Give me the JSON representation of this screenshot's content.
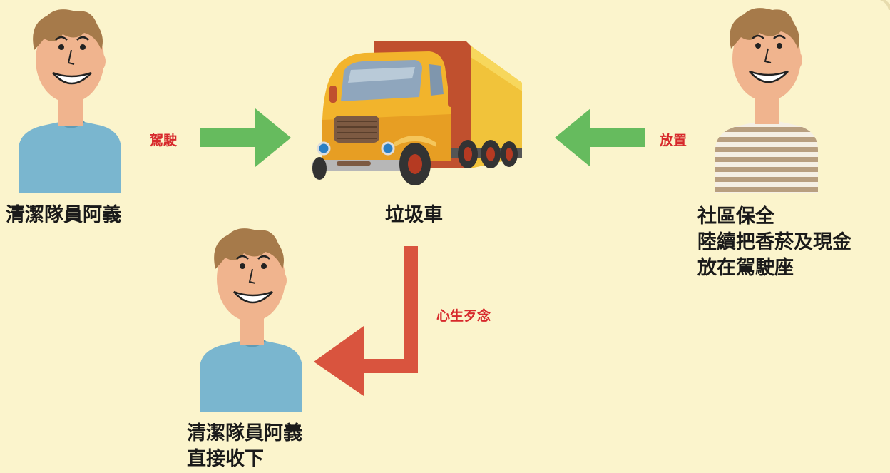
{
  "nodes": {
    "cleaner_top": {
      "label_lines": [
        "清潔隊員阿義"
      ]
    },
    "truck": {
      "label_lines": [
        "垃圾車"
      ]
    },
    "guard": {
      "label_lines": [
        "社區保全",
        "陸續把香菸及現金",
        "放在駕駛座"
      ]
    },
    "cleaner_bottom": {
      "label_lines": [
        "清潔隊員阿義",
        "直接收下"
      ]
    }
  },
  "edges": {
    "drive": {
      "label": "駕駛",
      "color": "#66bb5e"
    },
    "place": {
      "label": "放置",
      "color": "#66bb5e"
    },
    "greed": {
      "label": "心生歹念",
      "color": "#d9543e"
    }
  },
  "colors": {
    "background": "#fbf4cc",
    "label_text": "#1a1a1a",
    "action_text": "#d7292c",
    "skin": "#f0b48e",
    "hair": "#a67a4a",
    "shirt_blue": "#7ab6cf",
    "stripe_beige": "#b89f80"
  },
  "icons": [
    "person-icon",
    "truck-icon",
    "arrow-icon"
  ]
}
